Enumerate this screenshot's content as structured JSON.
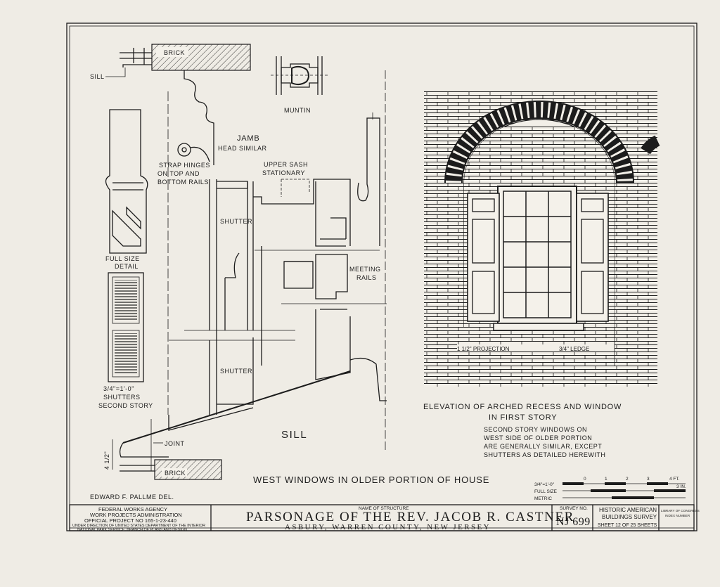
{
  "detail_labels": {
    "brick_top": "BRICK",
    "sill_small": "SILL",
    "muntin": "MUNTIN",
    "jamb": "JAMB",
    "head_similar": "HEAD SIMILAR",
    "upper_sash_1": "UPPER SASH",
    "upper_sash_2": "STATIONARY",
    "strap_1": "STRAP HINGES",
    "strap_2": "ON TOP AND",
    "strap_3": "BOTTOM RAILS",
    "shutter_upper": "SHUTTER",
    "shutter_lower": "SHUTTER",
    "full_size_1": "FULL SIZE",
    "full_size_2": "DETAIL",
    "meeting_1": "MEETING",
    "meeting_2": "RAILS",
    "shutters_scale": "3/4\"=1'-0\"",
    "shutters_1": "SHUTTERS",
    "shutters_2": "SECOND STORY",
    "sill_big": "SILL",
    "joint": "JOINT",
    "brick_bottom": "BRICK",
    "dim_vertical": "4 1/2\"",
    "projection": "1 1/2\" PROJECTION",
    "ledge": "3/4\" LEDGE"
  },
  "elevation": {
    "title_1": "ELEVATION OF ARCHED RECESS AND WINDOW",
    "title_2": "IN FIRST STORY",
    "note_1": "SECOND STORY WINDOWS ON",
    "note_2": "WEST SIDE OF OLDER PORTION",
    "note_3": "ARE GENERALLY SIMILAR, EXCEPT",
    "note_4": "SHUTTERS AS DETAILED HEREWITH"
  },
  "drawing_title": "WEST WINDOWS IN OLDER PORTION OF HOUSE",
  "delineator": "EDWARD F. PALLME DEL.",
  "scale_bar": {
    "row1": "3/4\"=1'-0\"",
    "row2": "FULL SIZE",
    "row3": "METRIC",
    "ticks": [
      "0",
      "1",
      "2",
      "3",
      "4 FT."
    ],
    "unit_in": "3 IN."
  },
  "title_block": {
    "agency_1": "FEDERAL WORKS AGENCY",
    "agency_2": "WORK PROJECTS ADMINISTRATION",
    "agency_3": "OFFICIAL PROJECT NO 165-1-23-440",
    "agency_4": "UNDER DIRECTION OF UNITED STATES DEPARTMENT OF THE INTERIOR",
    "agency_5": "NATIONAL PARK SERVICE, BRANCH OF PLANS AND DESIGN",
    "name_caption": "NAME OF STRUCTURE",
    "structure_name": "PARSONAGE OF THE REV. JACOB R. CASTNER",
    "location": "ASBURY, WARREN COUNTY, NEW JERSEY",
    "survey_caption": "SURVEY NO.",
    "survey_no": "NJ 699",
    "habs_1": "HISTORIC AMERICAN",
    "habs_2": "BUILDINGS SURVEY",
    "sheet": "SHEET 12 OF 25 SHEETS",
    "library_1": "LIBRARY OF CONGRESS",
    "library_2": "INDEX NUMBER"
  }
}
